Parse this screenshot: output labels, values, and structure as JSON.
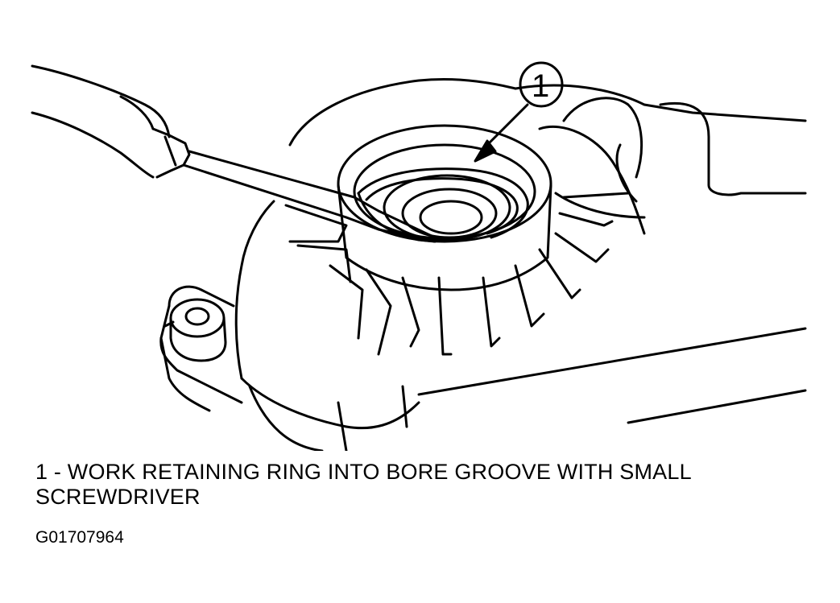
{
  "figure": {
    "callout_number": "1",
    "caption_line1": "1 - WORK RETAINING RING INTO BORE GROOVE WITH SMALL",
    "caption_line2": "SCREWDRIVER",
    "figure_id": "G01707964",
    "line_color": "#000000",
    "background_color": "#ffffff"
  }
}
